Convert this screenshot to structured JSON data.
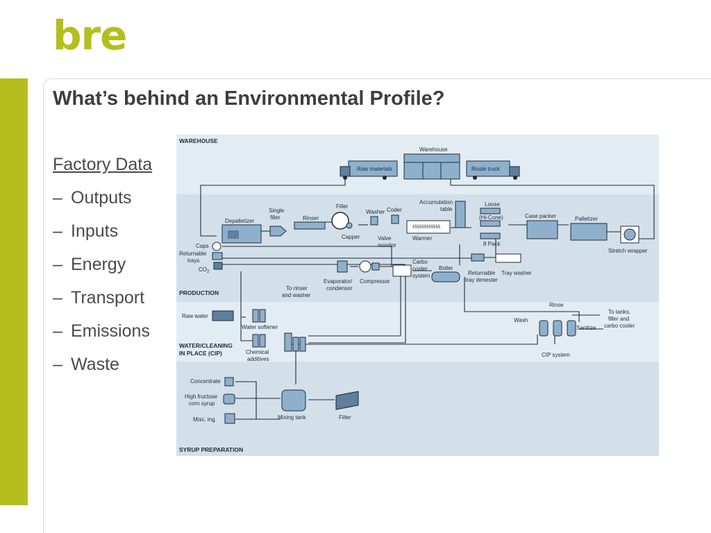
{
  "logo": {
    "text": "bre",
    "color": "#b5be1d"
  },
  "slide": {
    "title": "What’s behind an Environmental Profile?"
  },
  "bullets": {
    "heading": "Factory Data",
    "items": [
      "Outputs",
      "Inputs",
      "Energy",
      "Transport",
      "Emissions",
      "Waste"
    ]
  },
  "diagram": {
    "colors": {
      "band_light": "#e3ecf3",
      "band_dark": "#d3e0ea",
      "line": "#1e2a38",
      "equipment": "#8fb0cc",
      "equipment_dark": "#5f7f9c"
    },
    "zones": {
      "warehouse": "WAREHOUSE",
      "production": "PRODUCTION",
      "water_cleaning_1": "WATER/CLEANING",
      "water_cleaning_2": "IN PLACE (CIP)",
      "syrup_preparation": "SYRUP PREPARATION"
    },
    "labels": {
      "warehouse": "Warehouse",
      "raw_materials": "Raw materials",
      "route_truck": "Route truck",
      "depalletizer": "Depalletizer",
      "single_filler_1": "Single",
      "single_filler_2": "filler",
      "rinser": "Rinser",
      "filler": "Filler",
      "washer": "Washer",
      "coder": "Coder",
      "accumulation_1": "Accumulation",
      "accumulation_2": "table",
      "loose": "Loose",
      "hi_cone": "(Hi-Cone)",
      "eight_pack": "8 Pack",
      "case_packer": "Case packer",
      "palletizer": "Palletizer",
      "stretch_wrapper": "Stretch wrapper",
      "capper": "Capper",
      "valve_1": "Valve",
      "valve_2": "monitor",
      "warmer": "Warmer",
      "caps": "Caps",
      "returnable_1": "Returnable",
      "returnable_2": "trays",
      "co2": "CO",
      "co2_sub": "2",
      "carbo_1": "Carbo",
      "carbo_2": "cooler",
      "carbo_3": "system",
      "boiler": "Boiler",
      "ret_tray_1": "Returnable",
      "ret_tray_2": "tray denester",
      "tray_washer": "Tray washer",
      "evap_1": "Evaporator/",
      "evap_2": "condensor",
      "compressor": "Compressor",
      "to_rinser_1": "To rinser",
      "to_rinser_2": "and washer",
      "raw_water": "Raw water",
      "water_softener": "Water softener",
      "chemical_1": "Chemical",
      "chemical_2": "additives",
      "rinse": "Rinse",
      "wash": "Wash",
      "sanitize": "Sanitize",
      "to_tanks_1": "To tanks,",
      "to_tanks_2": "filler and",
      "to_tanks_3": "carbo cooler",
      "cip_system": "CIP system",
      "concentrate": "Concentrate",
      "hfcs_1": "High fructose",
      "hfcs_2": "corn syrup",
      "misc": "Misc. ing.",
      "mixing_tank": "Mixing tank",
      "filter": "Filter",
      "coil_text": "§§§§§§§§§§§§"
    }
  }
}
